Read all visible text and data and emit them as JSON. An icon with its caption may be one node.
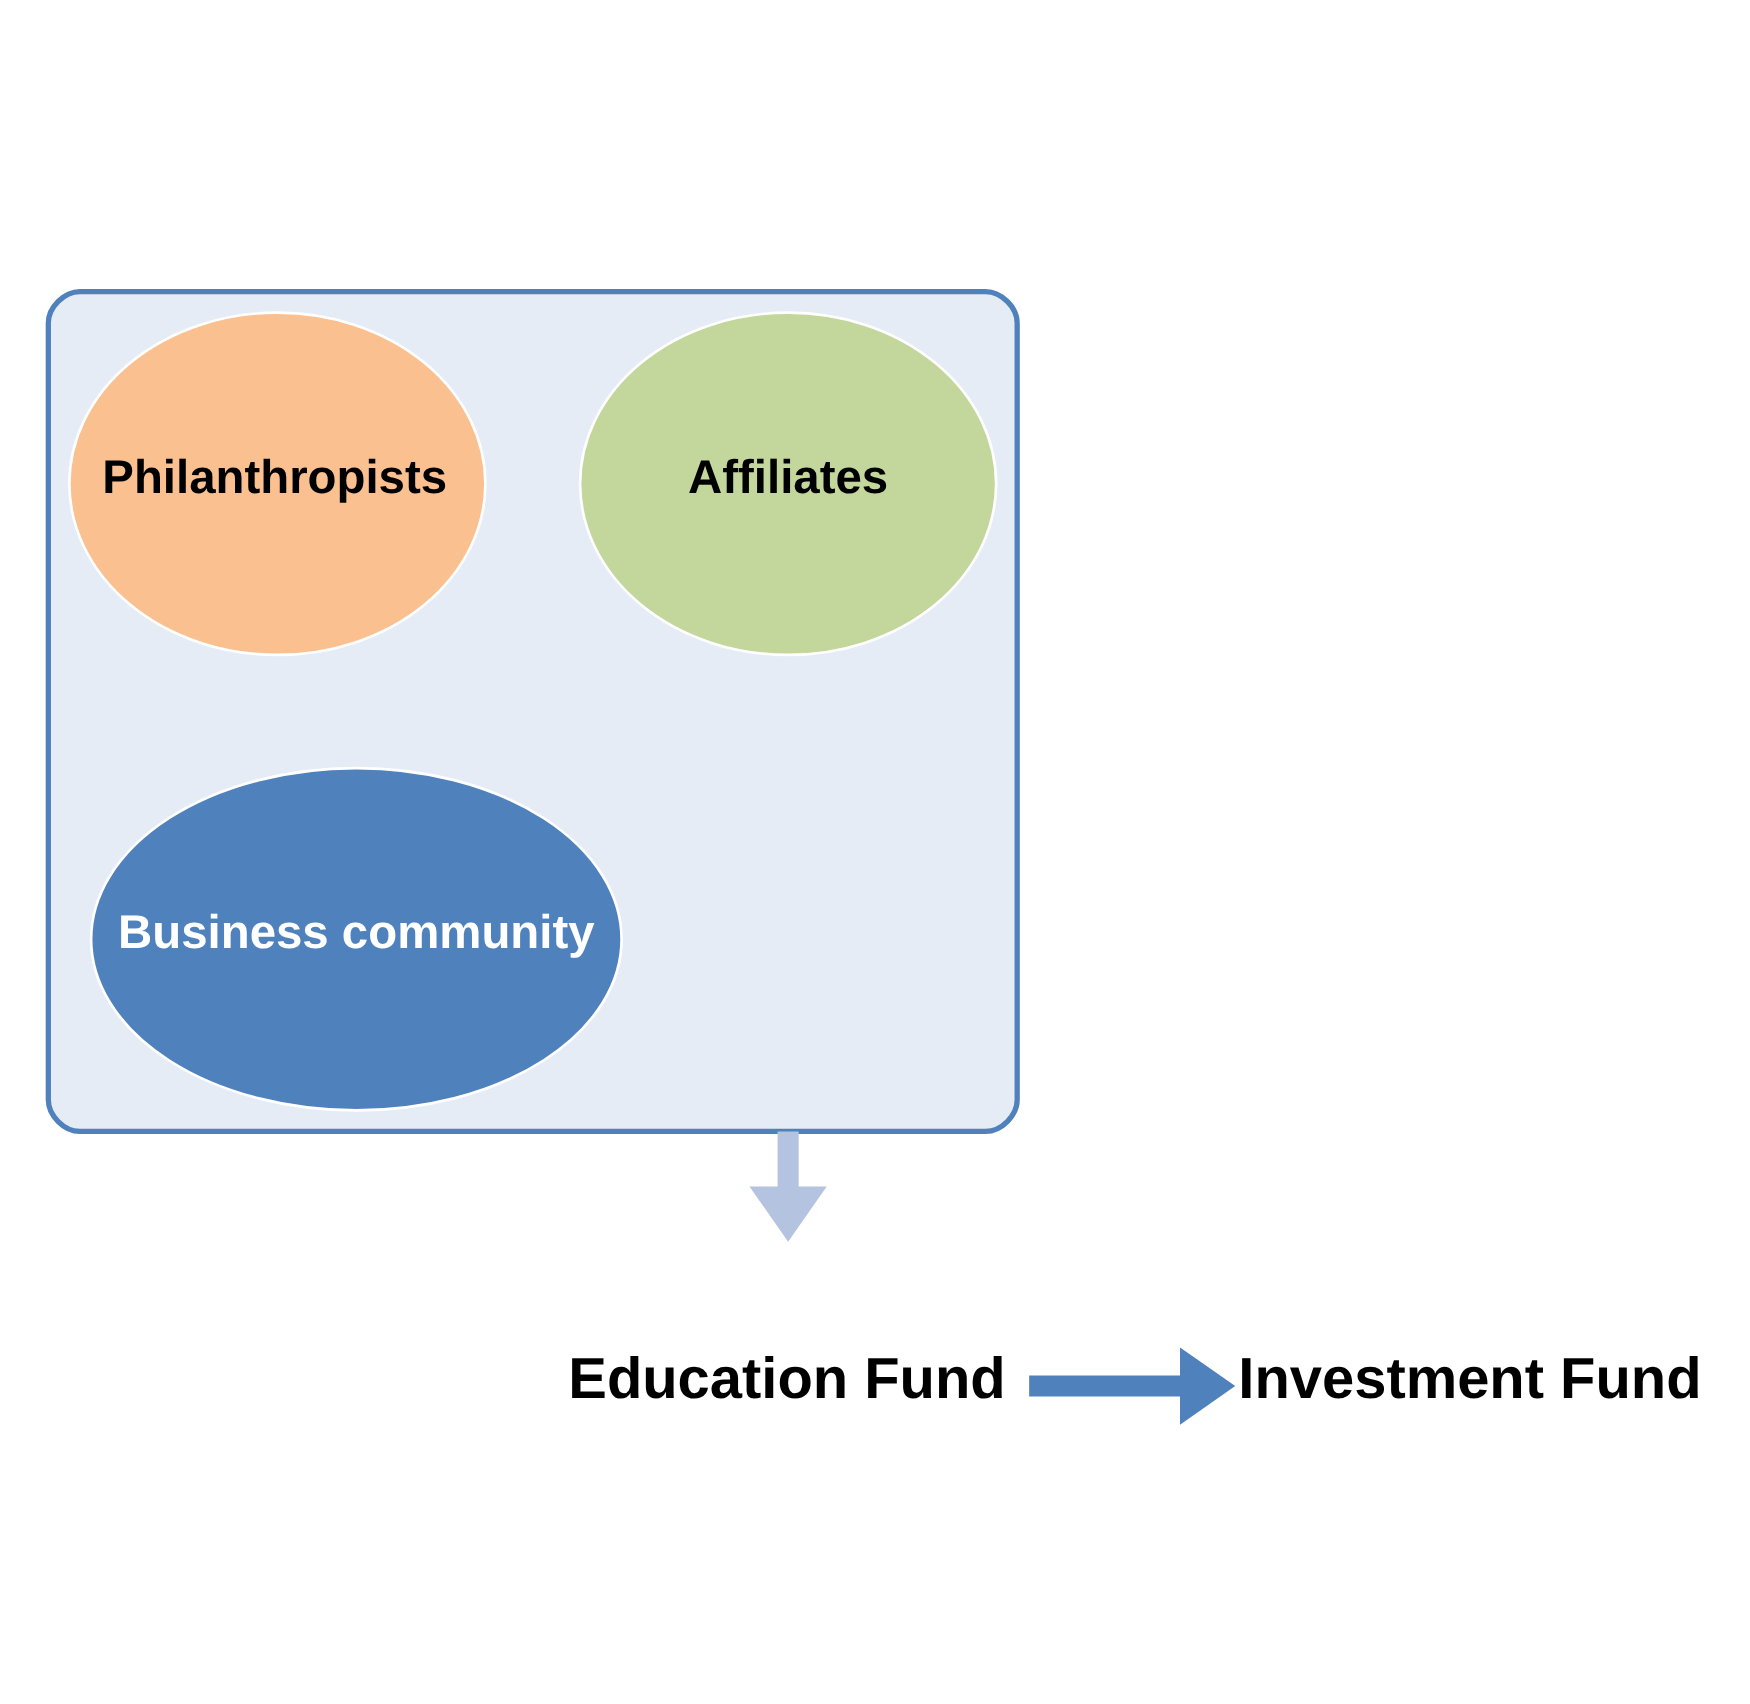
{
  "diagram": {
    "nodes": [
      {
        "text": [],
        "shape": "funnel"
      },
      {
        "text": [
          "Affiliates"
        ],
        "in": 0
      },
      {
        "text": [
          "Philanthropists"
        ],
        "in": 0
      },
      {
        "text": [
          "Business community"
        ],
        "in": 0
      },
      {
        "text": [
          "Education Fund"
        ]
      },
      {
        "text": [
          "Investment Fund"
        ]
      }
    ],
    "edges": [
      {
        "from": 0,
        "to": null,
        "arrow": "to",
        "color": "#b3c3e0"
      },
      {
        "from": 4,
        "to": 5,
        "arrow": "to",
        "color": "#4f81bd"
      }
    ]
  }
}
